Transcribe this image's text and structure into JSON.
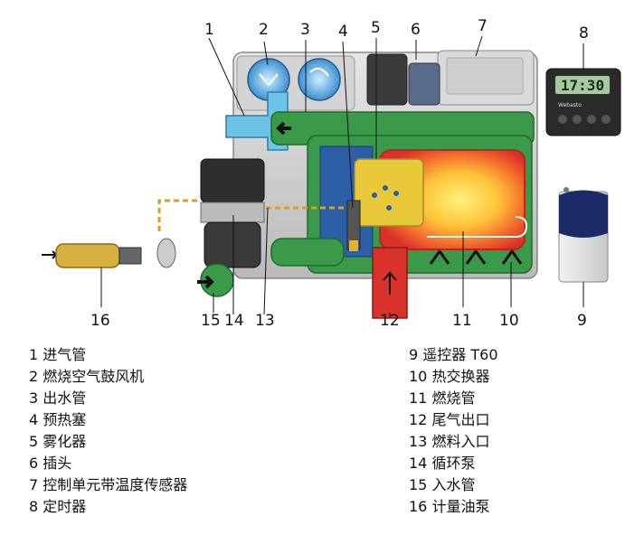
{
  "callouts": [
    "1",
    "2",
    "3",
    "4",
    "5",
    "6",
    "7",
    "8",
    "9",
    "10",
    "11",
    "12",
    "13",
    "14",
    "15",
    "16"
  ],
  "timer_display": "17:30",
  "timer_brand": "Webasto",
  "legend": {
    "left": [
      {
        "num": "1",
        "label": "进气管"
      },
      {
        "num": "2",
        "label": "燃烧空气鼓风机"
      },
      {
        "num": "3",
        "label": "出水管"
      },
      {
        "num": "4",
        "label": "预热塞"
      },
      {
        "num": "5",
        "label": "雾化器"
      },
      {
        "num": "6",
        "label": "插头"
      },
      {
        "num": "7",
        "label": "控制单元带温度传感器"
      },
      {
        "num": "8",
        "label": "定时器"
      }
    ],
    "right": [
      {
        "num": "9",
        "label": "遥控器 T60"
      },
      {
        "num": "10",
        "label": "热交换器"
      },
      {
        "num": "11",
        "label": "燃烧管"
      },
      {
        "num": "12",
        "label": "尾气出口"
      },
      {
        "num": "13",
        "label": "燃料入口"
      },
      {
        "num": "14",
        "label": "循环泵"
      },
      {
        "num": "15",
        "label": "入水管"
      },
      {
        "num": "16",
        "label": "计量油泵"
      }
    ]
  },
  "colors": {
    "housing": "#c9c9c9",
    "water": "#3a9a4a",
    "intake": "#6ec3e8",
    "exhaust": "#d8322a",
    "flame_core": "#ffe24a",
    "flame_outer": "#e8401e",
    "atomizer": "#e8c93a",
    "fuel_pump": "#d8b040"
  },
  "icons": {
    "flow_arrow": "arrow-icon",
    "remote": "remote-icon",
    "timer": "timer-icon"
  }
}
